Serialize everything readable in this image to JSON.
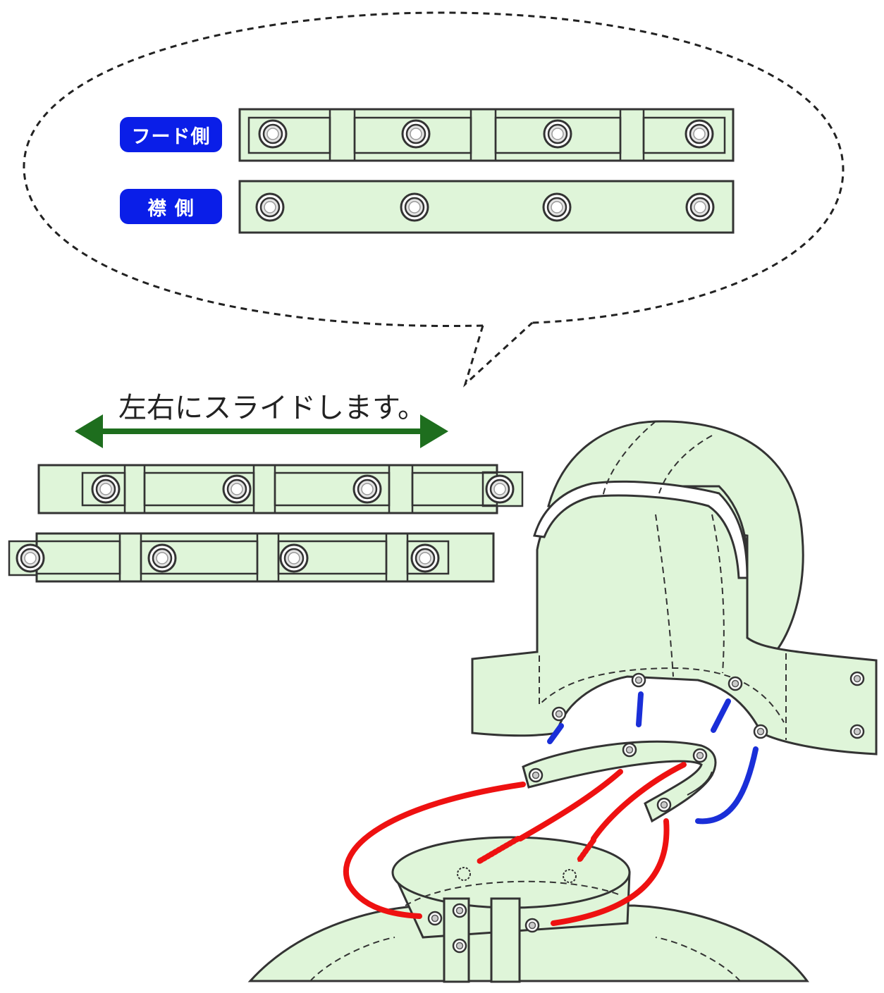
{
  "labels": {
    "hood_side": "フード側",
    "collar_side": "襟 側",
    "slide_caption": "左右にスライドします。"
  },
  "colors": {
    "fabric_fill": "#dff5d9",
    "outline": "#333333",
    "badge_blue": "#0a1ee8",
    "arrow_green": "#1e6e1e",
    "arrow_red": "#ee1111",
    "arrow_blue": "#1a2fd8"
  },
  "icons": [
    "snap-button-icon",
    "double-arrow-icon",
    "curved-arrow-icon"
  ]
}
